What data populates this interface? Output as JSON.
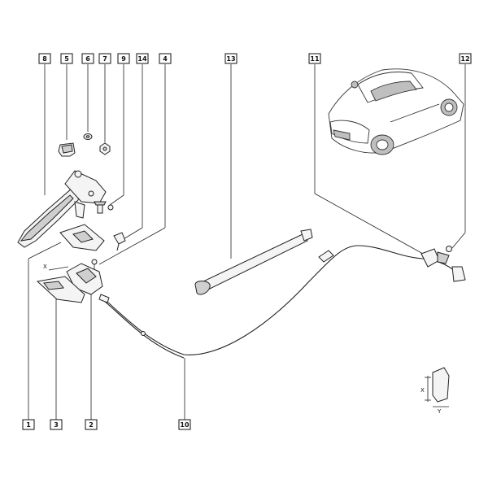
{
  "callouts": {
    "c8": "8",
    "c5": "5",
    "c6": "6",
    "c7": "7",
    "c9": "9",
    "c14": "14",
    "c4": "4",
    "c13": "13",
    "c11": "11",
    "c12": "12",
    "c1": "1",
    "c3": "3",
    "c2": "2",
    "c10": "10"
  },
  "dimension_marks": {
    "x_left": "X",
    "x_inset": "X",
    "y_inset": "Y"
  }
}
